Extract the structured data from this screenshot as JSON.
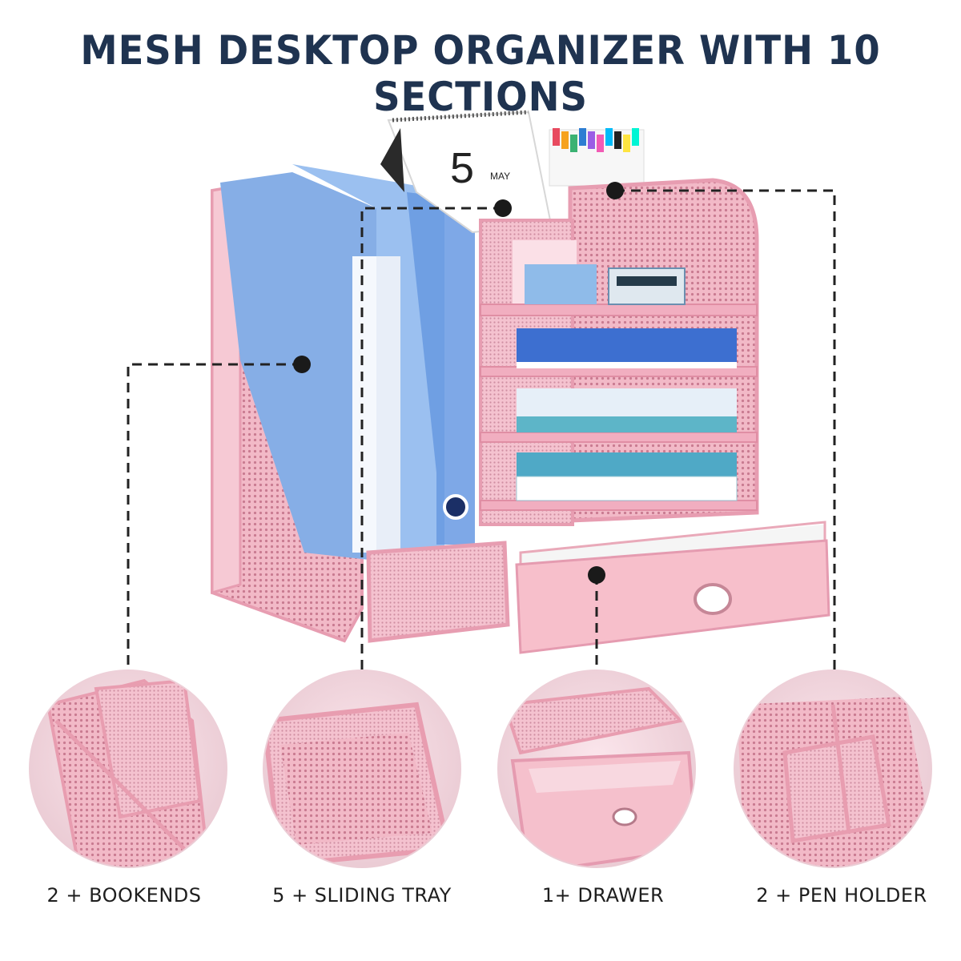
{
  "title": "MESH DESKTOP ORGANIZER WITH 10 SECTIONS",
  "calendar": {
    "day": "5",
    "month": "MAY"
  },
  "features": [
    {
      "label": "2 + BOOKENDS",
      "icon": "bookend-closeup-image"
    },
    {
      "label": "5 + SLIDING TRAY",
      "icon": "sliding-tray-closeup-image"
    },
    {
      "label": "1+ DRAWER",
      "icon": "drawer-closeup-image"
    },
    {
      "label": "2 + PEN HOLDER",
      "icon": "pen-holder-closeup-image"
    }
  ],
  "colors": {
    "title": "#1f3350",
    "pink": "#f0b4c2",
    "pink_dark": "#d98ca0",
    "folder_blue": "#8fb4e8",
    "leader_line": "#222222"
  }
}
